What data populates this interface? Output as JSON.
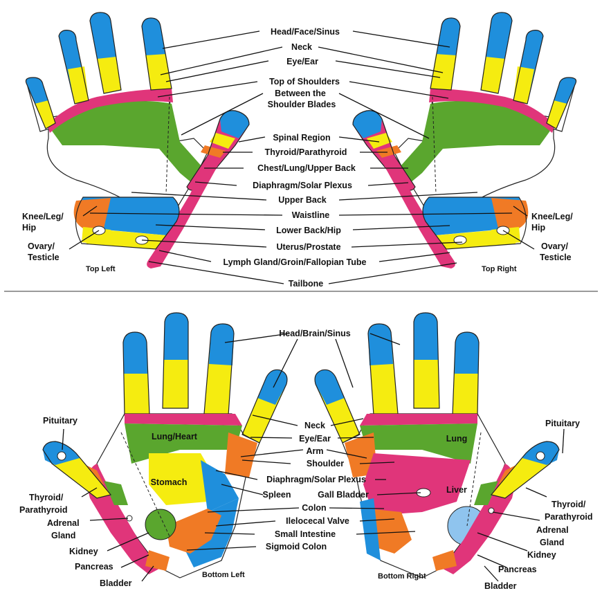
{
  "colors": {
    "blue": "#1f8fdc",
    "yellow": "#f5ec10",
    "pink": "#e0357a",
    "green": "#5aa62e",
    "orange": "#f07a25",
    "lightblue": "#8fc4ee",
    "white": "#ffffff"
  },
  "top": {
    "labels": {
      "head_face_sinus": "Head/Face/Sinus",
      "neck": "Neck",
      "eye_ear": "Eye/Ear",
      "top_of_shoulders": "Top of Shoulders",
      "between_line1": "Between the",
      "between_line2": "Shoulder Blades",
      "spinal_region": "Spinal Region",
      "thyroid_parathyroid": "Thyroid/Parathyroid",
      "chest_lung_upper_back": "Chest/Lung/Upper Back",
      "diaphragm_solar_plexus": "Diaphragm/Solar Plexus",
      "upper_back": "Upper Back",
      "waistline": "Waistline",
      "lower_back_hip": "Lower Back/Hip",
      "uterus_prostate": "Uterus/Prostate",
      "lymph_gland": "Lymph Gland/Groin/Fallopian Tube",
      "tailbone": "Tailbone",
      "knee_leg_1": "Knee/Leg/",
      "knee_leg_2": "Hip",
      "ovary_1": "Ovary/",
      "ovary_2": "Testicle",
      "top_left": "Top Left",
      "top_right": "Top Right"
    }
  },
  "bottom": {
    "labels": {
      "head_brain_sinus": "Head/Brain/Sinus",
      "neck": "Neck",
      "eye_ear": "Eye/Ear",
      "arm": "Arm",
      "shoulder": "Shoulder",
      "diaphragm_solar_plexus": "Diaphragm/Solar Plexus",
      "spleen": "Spleen",
      "gall_bladder": "Gall Bladder",
      "colon": "Colon",
      "ileocecal_valve": "Ilelocecal Valve",
      "small_intestine": "Small Intestine",
      "sigmoid_colon": "Sigmoid Colon",
      "lung_heart": "Lung/Heart",
      "lung": "Lung",
      "stomach": "Stomach",
      "liver": "Liver",
      "pituitary_left": "Pituitary",
      "pituitary_right": "Pituitary",
      "thyroid_l1": "Thyroid/",
      "thyroid_l2": "Parathyroid",
      "thyroid_r1": "Thyroid/",
      "thyroid_r2": "Parathyroid",
      "adrenal_l1": "Adrenal",
      "adrenal_l2": "Gland",
      "adrenal_r1": "Adrenal",
      "adrenal_r2": "Gland",
      "kidney_left": "Kidney",
      "kidney_right": "Kidney",
      "pancreas_left": "Pancreas",
      "pancreas_right": "Pancreas",
      "bladder_left": "Bladder",
      "bladder_right": "Bladder",
      "bottom_left": "Bottom Left",
      "bottom_right": "Bottom Right"
    }
  }
}
